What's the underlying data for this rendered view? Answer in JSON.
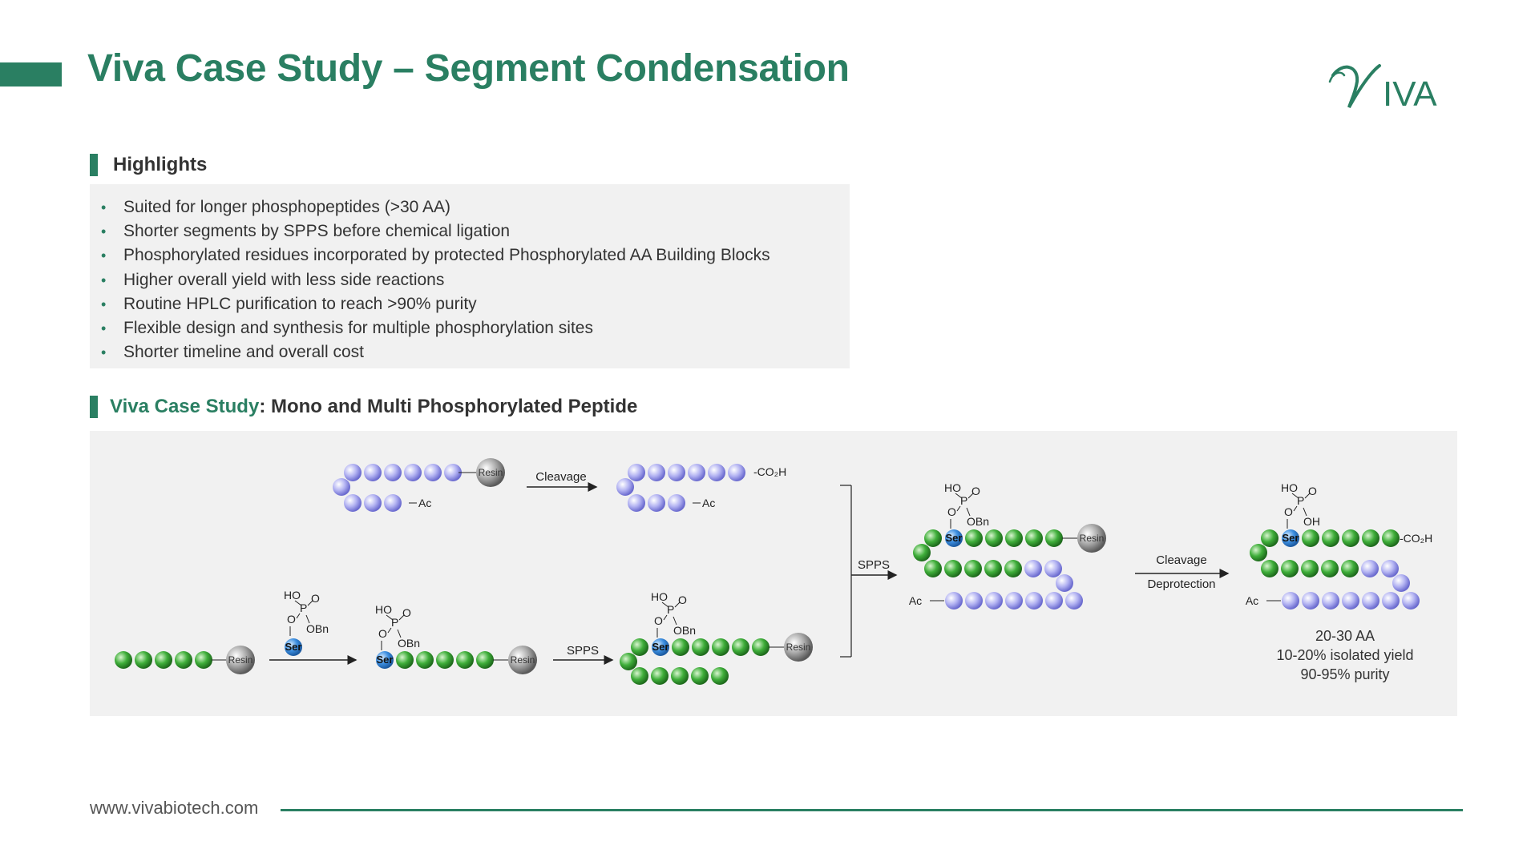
{
  "header": {
    "title": "Viva Case Study – Segment Condensation",
    "logo_text": "IVA",
    "logo_mark": "V"
  },
  "highlights": {
    "title": "Highlights",
    "items": [
      "Suited for longer phosphopeptides (>30 AA)",
      "Shorter segments by SPPS before chemical ligation",
      "Phosphorylated residues incorporated by protected Phosphorylated AA Building Blocks",
      "Higher overall yield with less side reactions",
      "Routine HPLC purification to reach >90% purity",
      "Flexible design and synthesis for multiple phosphorylation sites",
      "Shorter timeline and overall cost"
    ]
  },
  "case_study": {
    "title_green": "Viva Case Study",
    "title_rest": ": Mono and Multi Phosphorylated Peptide",
    "labels": {
      "resin": "Resin",
      "cleavage": "Cleavage",
      "deprotection": "Deprotection",
      "spps": "SPPS",
      "co2h": "-CO₂H",
      "ac": "Ac",
      "ser": "Ser",
      "ho": "HO",
      "p": "P",
      "o": "O",
      "obn": "OBn",
      "oh": "OH"
    },
    "result": {
      "length": "20-30 AA",
      "yield": "10-20% isolated yield",
      "purity": "90-95% purity"
    }
  },
  "footer": {
    "url": "www.vivabiotech.com"
  },
  "colors": {
    "brand": "#2a7f62",
    "text": "#333333",
    "panel": "#f1f1f1",
    "bead_green": "#3fae3a",
    "bead_purple": "#b3b3f2",
    "bead_blue": "#3c8ee0",
    "resin_gray": "#a8a8a8"
  }
}
